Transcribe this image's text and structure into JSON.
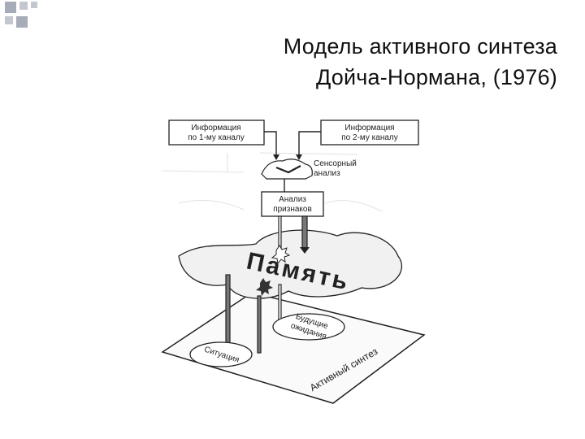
{
  "slide": {
    "title_lines": [
      "Модель активного синтеза",
      "Дойча-Нормана, (1976)"
    ]
  },
  "diagram": {
    "box_channel_1": [
      "Информация",
      "по 1-му каналу"
    ],
    "box_channel_2": [
      "Информация",
      "по 2-му каналу"
    ],
    "sensory_analysis": [
      "Сенсорный",
      "анализ"
    ],
    "feature_analysis": [
      "Анализ",
      "признаков"
    ],
    "memory": "Память",
    "ellipse_left": "Ситуация",
    "ellipse_right": [
      "Будущие",
      "ожидания"
    ],
    "plane": "Активный синтез"
  },
  "colors": {
    "accent_squares": [
      "#a7adb8",
      "#c3c8d0"
    ],
    "ink": "#222222",
    "memory_fill": "#f1f1f1"
  }
}
